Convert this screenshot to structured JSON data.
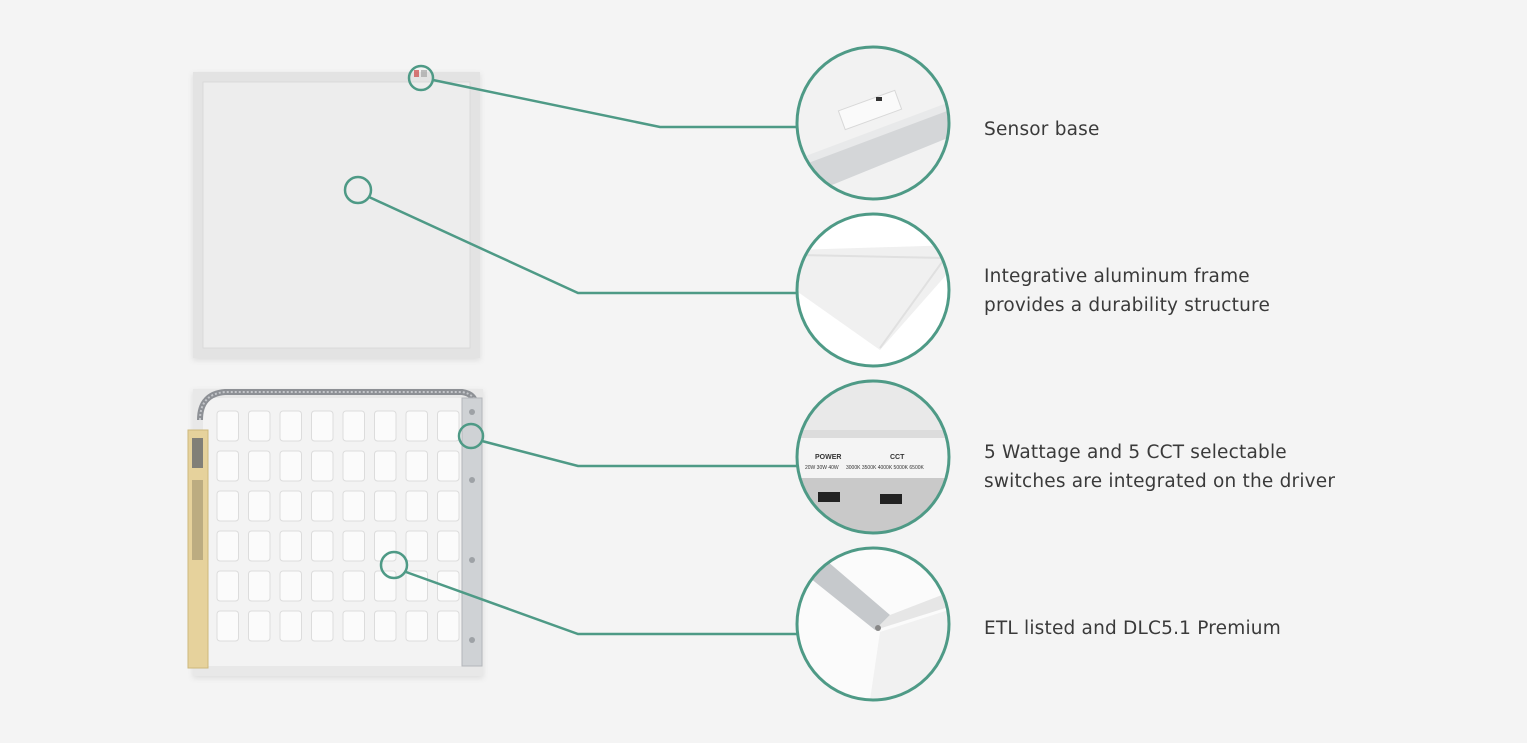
{
  "colors": {
    "background": "#f4f4f4",
    "accent": "#4e9a86",
    "panel": "#eeeeee",
    "panel_frame": "#e2e2e2",
    "driver": "#e9d8a6",
    "metal": "#c9ccd0"
  },
  "features": [
    {
      "id": "sensor-base",
      "lines": [
        "Sensor base"
      ]
    },
    {
      "id": "aluminum-frame",
      "lines": [
        "Integrative aluminum frame",
        "provides a durability structure"
      ]
    },
    {
      "id": "selectable-switches",
      "lines": [
        "5 Wattage and 5 CCT selectable",
        "switches are integrated on the driver"
      ]
    },
    {
      "id": "certifications",
      "lines": [
        "ETL listed and DLC5.1 Premium"
      ]
    }
  ],
  "driver_label": {
    "power_title": "POWER",
    "power_values": "20W 30W 40W",
    "cct_title": "CCT",
    "cct_values": "3000K 3500K 4000K 5000K 6500K"
  },
  "icons": [
    "sensor-icon",
    "callout-circle-icon"
  ]
}
